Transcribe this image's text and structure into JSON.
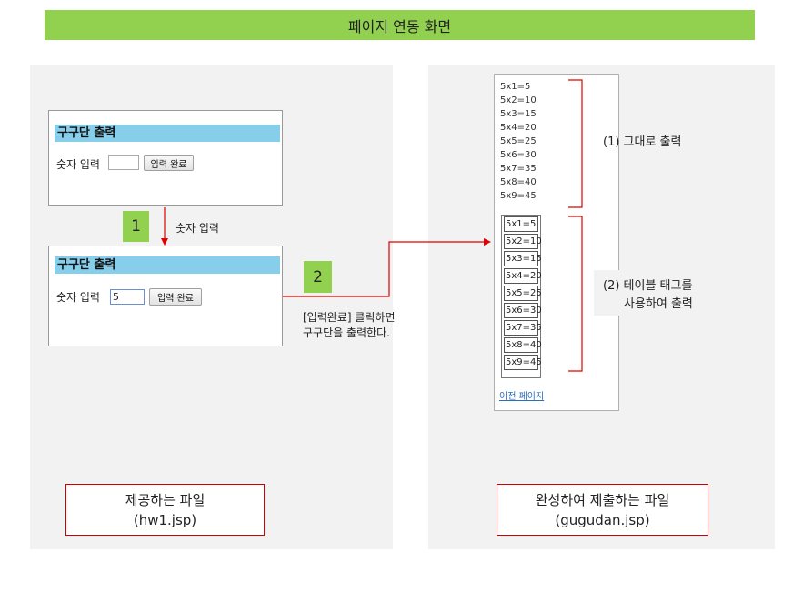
{
  "title": "페이지 연동 화면",
  "form": {
    "heading": "구구단 출력",
    "input_label": "숫자 입력",
    "submit_label": "입력 완료",
    "filled_value": "5"
  },
  "steps": [
    {
      "number": "1",
      "caption": "숫자 입력"
    },
    {
      "number": "2",
      "caption_lines": [
        "[입력완료] 클릭하면",
        "구구단을 출력한다."
      ]
    }
  ],
  "result": {
    "plain_lines": [
      "5x1=5",
      "5x2=10",
      "5x3=15",
      "5x4=20",
      "5x5=25",
      "5x6=30",
      "5x7=35",
      "5x8=40",
      "5x9=45"
    ],
    "table_cells": [
      "5x1=5",
      "5x2=10",
      "5x3=15",
      "5x4=20",
      "5x5=25",
      "5x6=30",
      "5x7=35",
      "5x8=40",
      "5x9=45"
    ],
    "prev_link": "이전 페이지"
  },
  "notes": {
    "plain": "(1) 그대로 출력",
    "table_line1": "(2) 테이블 태그를",
    "table_line2": "사용하여 출력"
  },
  "file_labels": {
    "provided": {
      "line1": "제공하는 파일",
      "line2": "(hw1.jsp)"
    },
    "submit": {
      "line1": "완성하여 제출하는 파일",
      "line2": "(gugudan.jsp)"
    }
  },
  "colors": {
    "title_bg": "#92d050",
    "panel_bg": "#f2f2f2",
    "heading_bg": "#87ceeb",
    "arrow": "#e00000",
    "link": "#2a6fbf"
  }
}
